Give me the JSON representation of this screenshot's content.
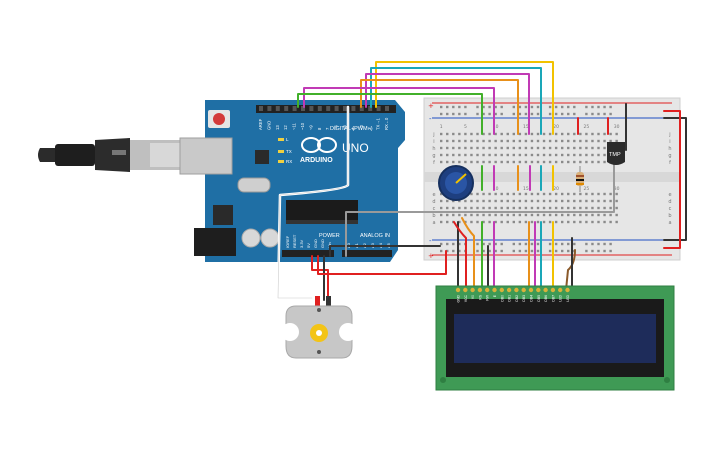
{
  "arduino": {
    "brand": "ARDUINO",
    "model": "UNO",
    "digital_header": "DIGITAL (PWM~)",
    "power_header": "POWER",
    "analog_header": "ANALOG IN",
    "led_labels": [
      "L",
      "TX",
      "RX"
    ],
    "top_pins": [
      "AREF",
      "GND",
      "13",
      "12",
      "~11",
      "~10",
      "~9",
      "8",
      "7",
      "~6",
      "~5",
      "4",
      "~3",
      "2",
      "TX→1",
      "RX←0"
    ],
    "power_pins": [
      "IOREF",
      "RESET",
      "3.3V",
      "5V",
      "GND",
      "GND",
      "Vin"
    ],
    "analog_pins": [
      "A0",
      "A1",
      "A2",
      "A3",
      "A4",
      "A5"
    ]
  },
  "breadboard": {
    "col_numbers": [
      "1",
      "5",
      "10",
      "15",
      "20",
      "25",
      "30"
    ],
    "row_letters_top": [
      "j",
      "i",
      "h",
      "g",
      "f"
    ],
    "row_letters_bottom": [
      "e",
      "d",
      "c",
      "b",
      "a"
    ],
    "rail_plus": "+",
    "rail_minus": "-"
  },
  "sensor": {
    "label": "TMP"
  },
  "lcd": {
    "pins": [
      "GND",
      "VCC",
      "V0",
      "RS",
      "RW",
      "E",
      "DB0",
      "DB1",
      "DB2",
      "DB3",
      "DB4",
      "DB5",
      "DB6",
      "DB7",
      "LED",
      "LED"
    ]
  },
  "colors": {
    "board_blue": "#1f6fa5",
    "breadboard": "#e6e6e6",
    "wire_red": "#e02020",
    "wire_black": "#333333",
    "wire_yellow": "#f2c200",
    "wire_orange": "#e8901a",
    "wire_green": "#42b02a",
    "wire_magenta": "#c13ab5",
    "wire_cyan": "#1aa7b8",
    "wire_gray": "#9a9a9a",
    "wire_brown": "#8b5a2b",
    "lcd_green": "#3f9a55",
    "lcd_screen": "#1e2c5a"
  },
  "icons": [
    "usb-plug-icon",
    "dc-motor-icon",
    "potentiometer-icon"
  ]
}
